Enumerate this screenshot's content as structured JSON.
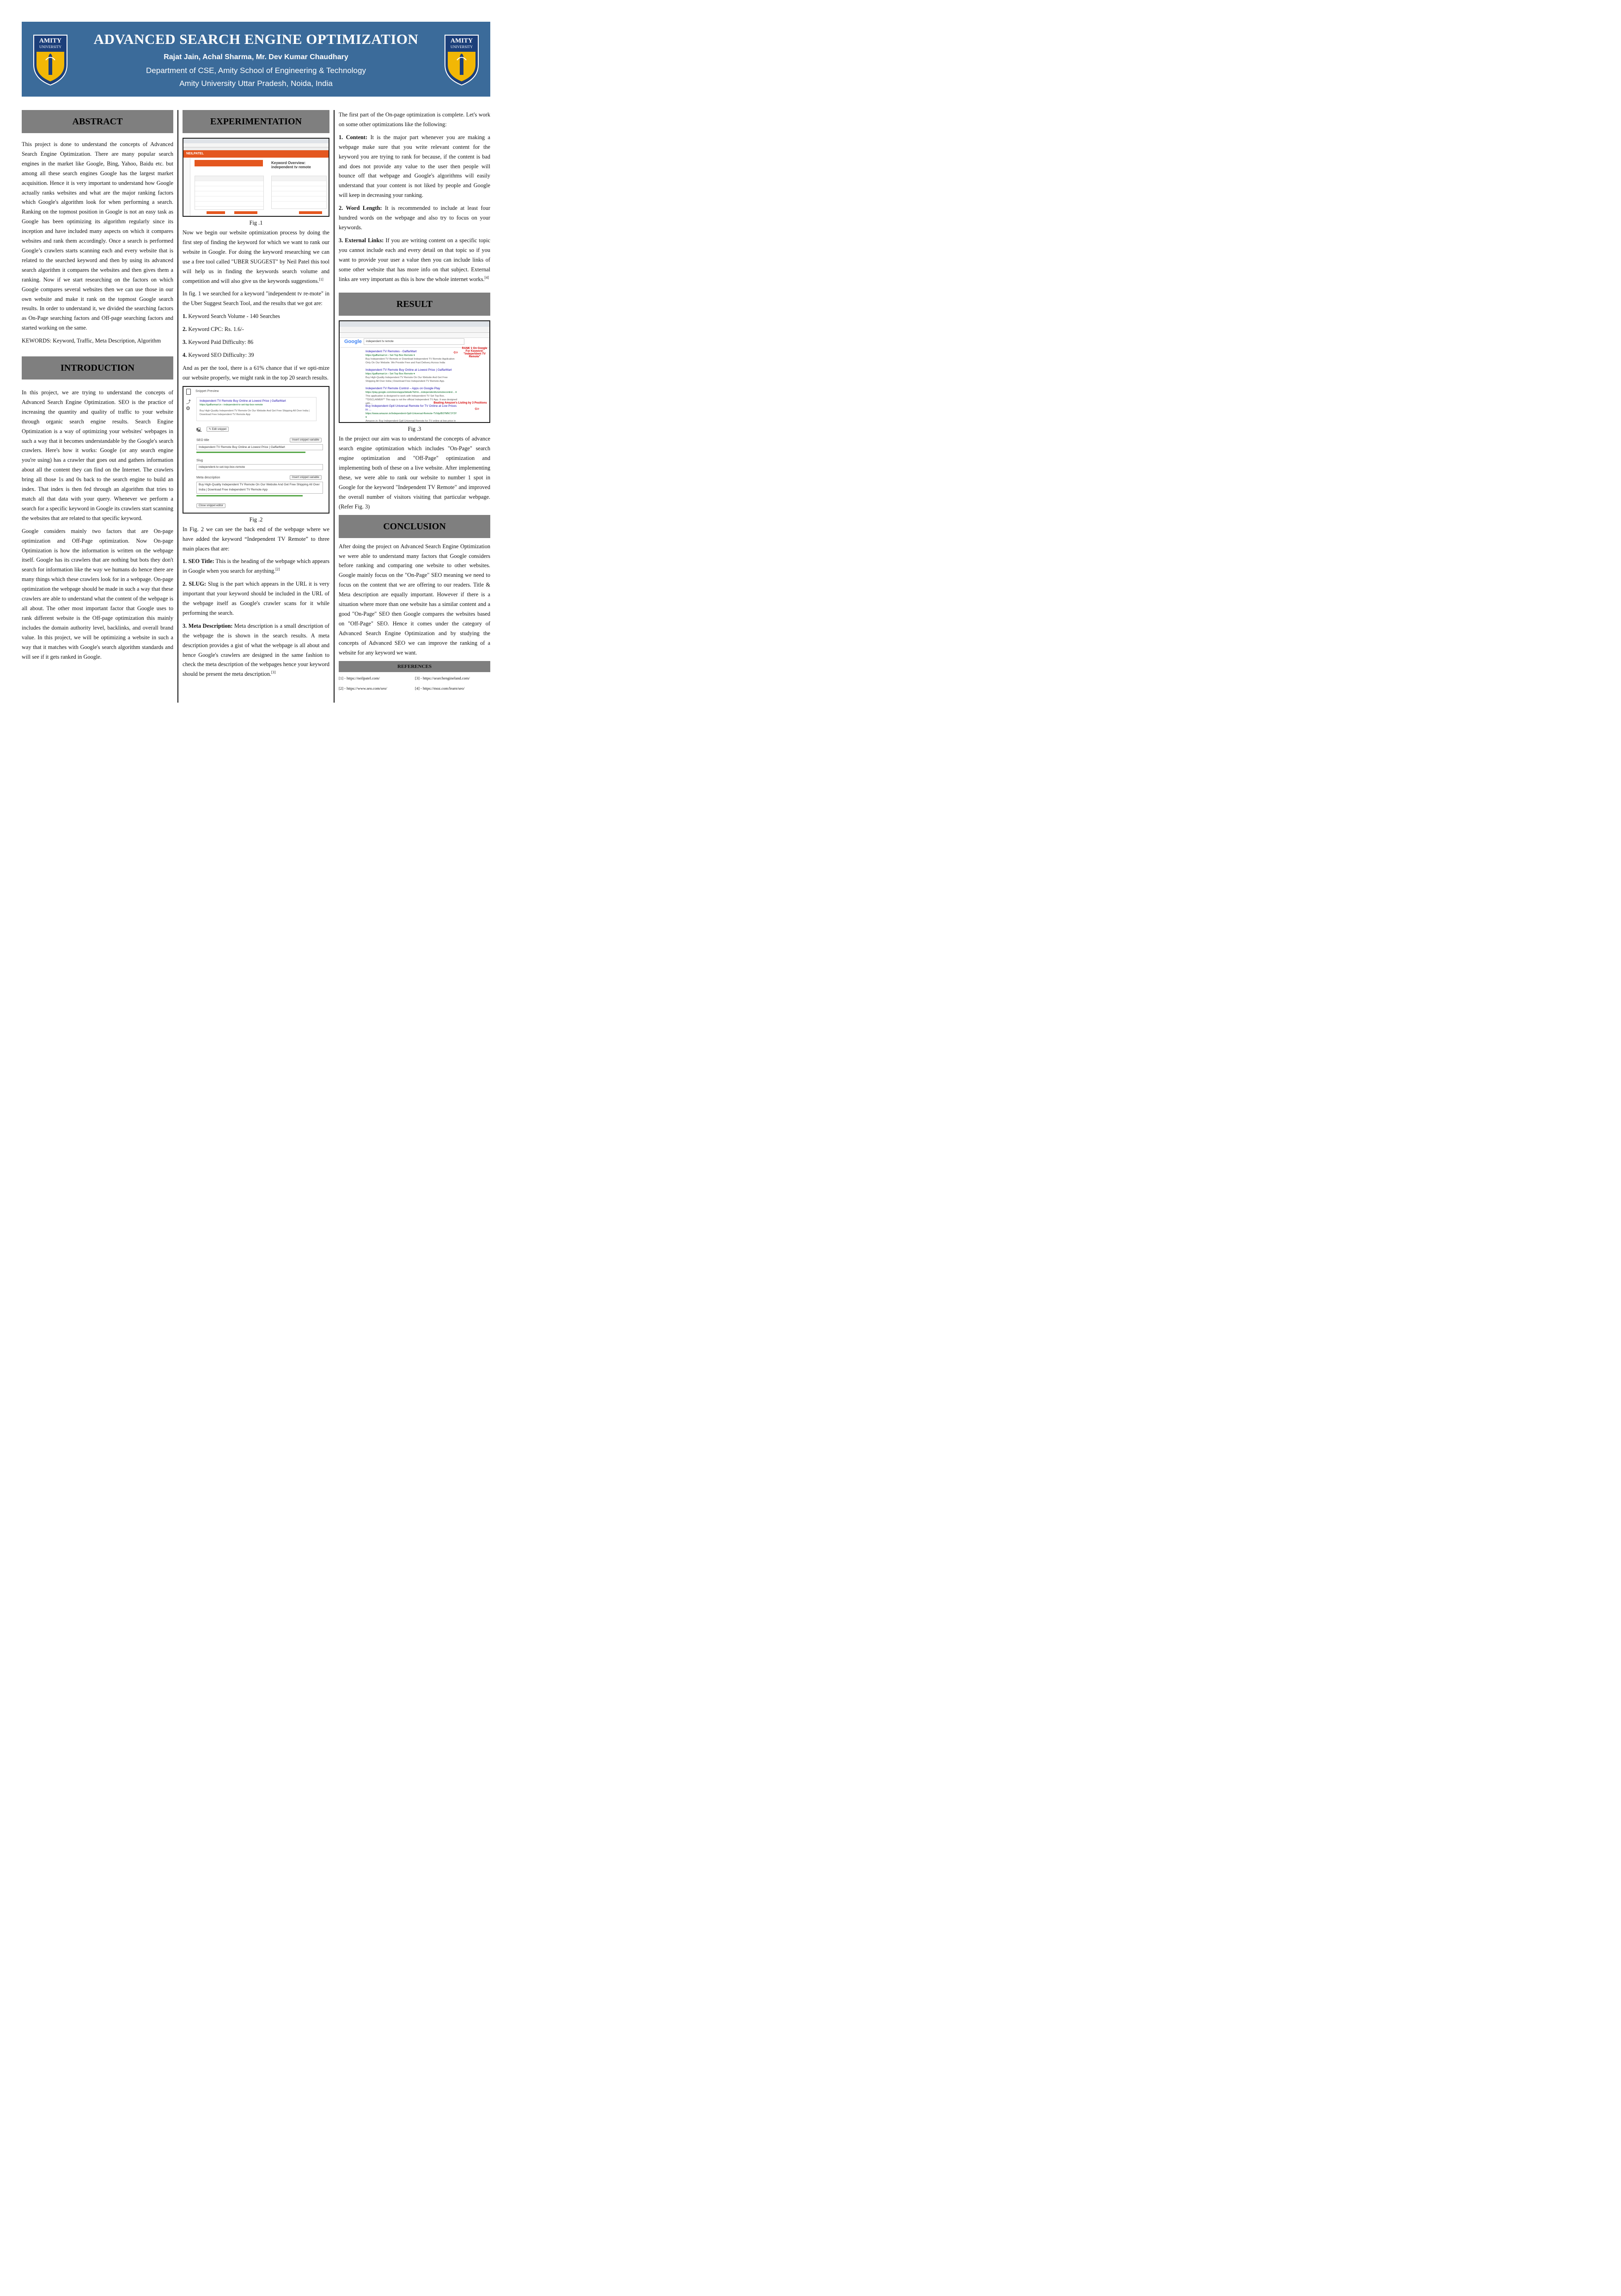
{
  "header": {
    "title": "ADVANCED SEARCH ENGINE OPTIMIZATION",
    "authors": "Rajat Jain, Achal Sharma, Mr. Dev Kumar Chaudhary",
    "department": "Department of CSE, Amity School of Engineering & Technology",
    "location": "Amity University Uttar Pradesh, Noida, India",
    "logo_text_1": "AMITY",
    "logo_text_2": "UNIVERSITY"
  },
  "abstract": {
    "heading": "ABSTRACT",
    "p1": "This project is done to understand the concepts of Advanced Search Engine Optimization. There are many popular search engines in the market like Google, Bing, Yahoo, Baidu etc. but among all these search engines Google has the largest market acquisition. Hence it is very important to understand how Google actually ranks websites and what are the major ranking factors which Google's algorithm look for when performing a search. Ranking on the topmost position in Google is not an easy task as Google has been optimizing its algorithm regularly since its inception and have included many aspects on which it compares websites and rank them accordingly. Once a search is performed Google’s crawlers starts  scanning each and every website that is related to the searched keyword and then by using its advanced search algorithm it compares the websites and then gives them a ranking. Now if we start researching on the factors on which Google compares several websites then we can use those in our own website and make it rank on the topmost Google search results. In order to understand it, we divided the searching factors as On-Page searching factors and Off-page searching factors and started working on the same.",
    "keywords": "KEWORDS: Keyword, Traffic, Meta Description, Algorithm"
  },
  "introduction": {
    "heading": "INTRODUCTION",
    "p1": "In this project, we are trying to understand the concepts of Advanced Search Engine Optimization. SEO  is the practice of increasing the quantity and quality of traffic to your website through organic search engine results. Search Engine Optimization is a way of optimizing your websites' webpages in such a way that it becomes understandable by the Google's search crawlers. Here's how it works: Google (or any search engine you're using) has a crawler that goes out and gathers information about all the content they can find on the Internet. The crawlers bring all those 1s and 0s back to the search engine to build an index. That index is then fed through an algorithm that tries to match all that data with your query. Whenever we perform a search for a specific keyword in Google its crawlers start scanning the websites that are related to that specific keyword.",
    "p2": "Google considers mainly two factors that are On-page optimization and Off-Page optimization. Now On-page Optimization is how the information is written on the webpage itself. Google has its crawlers that are nothing but bots they don't search for information like the way we humans do hence there are many things which these crawlers look for in a webpage. On-page optimization the webpage should be made in such a way that these crawlers are able to understand what the content of the webpage is all about. The other most important factor that Google uses to rank different website is the Off-page optimization this mainly includes the domain authority level, backlinks, and overall brand value. In this project, we will be optimizing a website in such a way that it matches with Google's search algorithm standards and will see if it gets ranked in Google."
  },
  "experimentation": {
    "heading": "EXPERIMENTATION",
    "fig1_caption": "Fig .1",
    "fig1_brand": "NEILPATEL",
    "fig1_overview": "Keyword Overview: independent tv remote",
    "p1": "Now we begin our website optimization process by doing the first step of finding the keyword for which we want to rank our website in Google. For doing the keyword researching we can use a free tool called \"UBER SUGGEST\" by Neil Patel this tool will help us in finding the keywords search volume and competition and will also give us the keywords suggestions.",
    "p1_ref": "[1]",
    "p2": "In fig. 1 we searched for a keyword \"independent tv re-mote\" in the Uber Suggest Search Tool, and the results that we got are:",
    "list": [
      {
        "num": "1.",
        "text": "Keyword Search Volume - 140 Searches"
      },
      {
        "num": "2.",
        "text": "Keyword CPC: Rs. 1.6/-"
      },
      {
        "num": "3.",
        "text": "Keyword Paid Difficulty: 86"
      },
      {
        "num": "4.",
        "text": "Keyword SEO Difficulty: 39"
      }
    ],
    "p3": "And as per the tool, there is a 61% chance that if we opti-mize our website properly, we might rank in the top 20 search results.",
    "fig2_caption": "Fig .2",
    "fig2": {
      "heading": "Snippet Preview",
      "title_link": "Independent TV Remote Buy Online at Lowest Price | GaffarMart",
      "url": "https://gaffarmart.in › independent-tv-set-top-box-remote",
      "desc": "Buy High-Quality Independent TV Remote On Our Website And Get Free Shipping All Over India | Download Free Independent TV Remote App",
      "edit_btn": "Edit snippet",
      "seo_title_label": "SEO title",
      "seo_title_value": "Independent TV Remote Buy Online at Lowest Price | GaffarMart",
      "insert_var": "Insert snippet variable",
      "slug_label": "Slug",
      "slug_value": "independent-tv-set-top-box-remote",
      "meta_label": "Meta description",
      "meta_value": "Buy High-Quality Independent TV Remote On Our Website And Get Free Shipping All Over India | Download Free Independent TV Remote App",
      "close_btn": "Close snippet editor"
    },
    "p4": "In Fig. 2 we can see the back end of the webpage where we have added the keyword “Independent TV Remote” to three main places that are:",
    "seo_title_h": "1. SEO Title:",
    "seo_title_t": " This is the heading of the webpage which appears in Google when you search for anything.",
    "seo_title_ref": "[2]",
    "slug_h": "2. SLUG:",
    "slug_t": " Slug is the part which appears in the URL it is very important that your keyword should be included in the URL of the webpage itself as Google's crawler scans for it while performing the search.",
    "meta_h": "3. Meta Description:",
    "meta_t": " Meta description is a small description of the webpage the is shown in the search results. A meta description provides a gist of what the webpage is all about and hence Google's crawlers are designed in the same fashion to check the meta description of the webpages hence your keyword should be present the meta description.",
    "meta_ref": "[3]"
  },
  "col3": {
    "p1": "The first part of the On-page optimization is complete. Let's work on some other optimizations like the following:",
    "content_h": "1. Content:",
    "content_t": " It is the major part whenever you are making a webpage make sure that you write relevant content for the keyword you are trying to rank for because, if the content is bad and does not provide any value to the user then people will bounce off that webpage and Google's algorithms will easily understand that your content is not liked by people and Google will keep in decreasing your ranking.",
    "word_h": "2. Word Length:",
    "word_t": " It is recommended to include at least four hundred words on the webpage and also try to focus on your keywords.",
    "links_h": "3. External Links:",
    "links_t": " If you are writing content on a specific topic you cannot include each and every detail on that topic so if you want to provide your user a value then you can include links of some other website that has more info on that subject. External links are very important as this is how the whole internet works.",
    "links_ref": "[4]"
  },
  "result": {
    "heading": "RESULT",
    "fig3_caption": "Fig .3",
    "fig3": {
      "query": "independent tv remote",
      "google": "Google",
      "results": [
        {
          "title": "Independent TV Remotes - GaffarMart",
          "url": "https://gaffarmart.in › Set Top Box Remote ▾",
          "desc": "Buy Independent TV Remote or Download Independent TV Remote Application Only On Our Website. We Provide Free and Fast Delivery Across India"
        },
        {
          "title": "Independent TV Remote Buy Online at Lowest Price | GaffarMart",
          "url": "https://gaffarmart.in › Set Top Box Remote ▾",
          "desc": "Buy High-Quality Independent TV Remote On Our Website And Get Free Shipping All Over India | Download Free Independent TV Remote App."
        },
        {
          "title": "Independent TV Remote Control – Apps on Google Play",
          "url": "https://play.google.com/store/apps/details?id=in...independenttvremotecontrol... ▾",
          "desc": "This application is designed to work with Independent TV Set Top Box. **DISCLAIMER** This app is not the official Independent TV App. It was designed with ..."
        },
        {
          "title": "Buy Independent Gptl Universal Remote for TV Online at Low Prices in ...",
          "url": "https://www.amazon.in/Independent-Gptl-Universal-Remote-TV/dp/B07MN7JY3Y ▾",
          "desc": "Amazon.in: Buy Independent Gptl Universal Remote for TV online at low price in India on Amazon.in. Check out Independent Gptl Universal Remote for TV ..."
        }
      ],
      "note1": "RANK 1 On Google For Keyword: \"Independent TV Remote\"",
      "note2": "Beating Amazon's Listing by 3 Positions"
    },
    "p1": "In the project our aim was to understand the concepts of advance search engine optimization which includes \"On-Page\" search engine optimization and \"Off-Page\" optimization and implementing both of these on a live website. After implementing these, we were able to rank our website to number 1 spot in Google for the keyword \"Independent TV Remote\" and improved the overall number of visitors visiting that particular webpage. (Refer Fig. 3)"
  },
  "conclusion": {
    "heading": "CONCLUSION",
    "p1": "After doing the project on Advanced Search Engine Optimization we were able to understand many factors that Google considers before ranking and comparing one website to other websites. Google mainly focus on the \"On-Page\" SEO meaning we need to focus on the content that we are offering to our readers. Title & Meta description  are equally important. However if there is a situation where more than one website has a similar content and a good \"On-Page\" SEO then Google compares the websites based on \"Off-Page\" SEO. Hence it comes under the category of Advanced Search Engine Optimization and by studying the concepts of Advanced SEO we can improve the ranking of a website for any keyword we want."
  },
  "references": {
    "heading": "REFERENCES",
    "items": [
      "[1]   -  https://neilpatel.com/",
      "[2]   -  https://www.seo.com/seo/",
      "[3]   -  https://searchengineland.com/",
      "[4]   -  https://moz.com/learn/seo/"
    ]
  },
  "colors": {
    "banner": "#3b6b9a",
    "section_head": "#7f7f7f",
    "brand_orange": "#e4571f",
    "shield_blue": "#1c3f7a",
    "shield_gold": "#f2b705"
  }
}
